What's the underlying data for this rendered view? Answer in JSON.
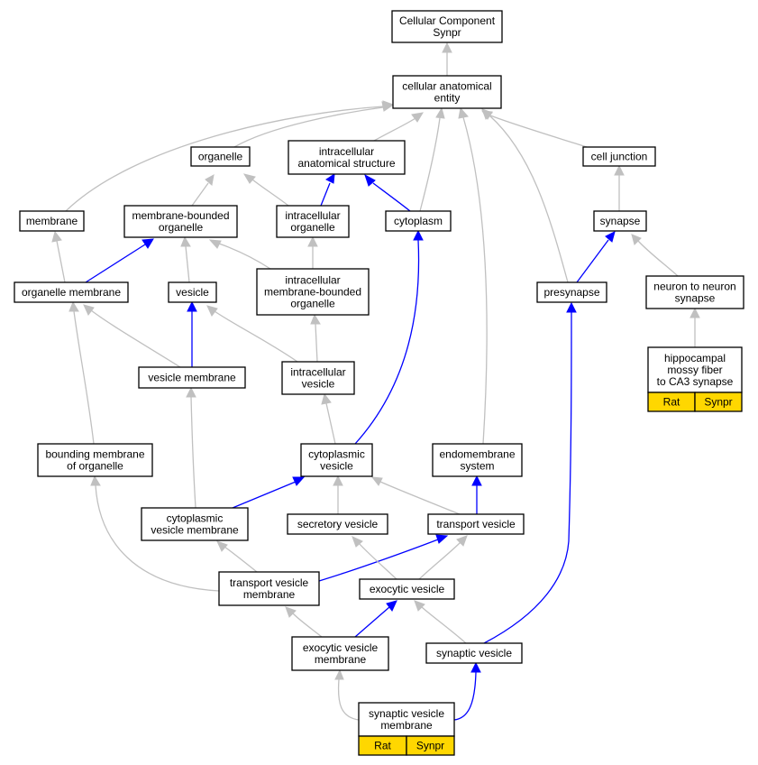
{
  "colors": {
    "background": "#ffffff",
    "node_fill": "#ffffff",
    "node_stroke": "#000000",
    "annotation_fill": "#ffd700",
    "edge_is_a": "#c0c0c0",
    "edge_part_of": "#0000ff"
  },
  "nodes": {
    "cc_synpr": {
      "lines": [
        "Cellular Component",
        "Synpr"
      ]
    },
    "cae": {
      "lines": [
        "cellular anatomical",
        "entity"
      ]
    },
    "organelle": {
      "lines": [
        "organelle"
      ]
    },
    "ias": {
      "lines": [
        "intracellular",
        "anatomical structure"
      ]
    },
    "cell_junction": {
      "lines": [
        "cell junction"
      ]
    },
    "membrane": {
      "lines": [
        "membrane"
      ]
    },
    "mbo": {
      "lines": [
        "membrane-bounded",
        "organelle"
      ]
    },
    "io": {
      "lines": [
        "intracellular",
        "organelle"
      ]
    },
    "cytoplasm": {
      "lines": [
        "cytoplasm"
      ]
    },
    "synapse": {
      "lines": [
        "synapse"
      ]
    },
    "om": {
      "lines": [
        "organelle membrane"
      ]
    },
    "vesicle": {
      "lines": [
        "vesicle"
      ]
    },
    "imbo": {
      "lines": [
        "intracellular",
        "membrane-bounded",
        "organelle"
      ]
    },
    "presynapse": {
      "lines": [
        "presynapse"
      ]
    },
    "n2n": {
      "lines": [
        "neuron to neuron",
        "synapse"
      ]
    },
    "vm": {
      "lines": [
        "vesicle membrane"
      ]
    },
    "iv": {
      "lines": [
        "intracellular",
        "vesicle"
      ]
    },
    "hmf": {
      "lines": [
        "hippocampal",
        "mossy fiber",
        "to CA3 synapse"
      ],
      "cells": [
        "Rat",
        "Synpr"
      ]
    },
    "bmo": {
      "lines": [
        "bounding membrane",
        "of organelle"
      ]
    },
    "cv": {
      "lines": [
        "cytoplasmic",
        "vesicle"
      ]
    },
    "ems": {
      "lines": [
        "endomembrane",
        "system"
      ]
    },
    "cvm": {
      "lines": [
        "cytoplasmic",
        "vesicle membrane"
      ]
    },
    "sv": {
      "lines": [
        "secretory vesicle"
      ]
    },
    "tv": {
      "lines": [
        "transport vesicle"
      ]
    },
    "tvm": {
      "lines": [
        "transport vesicle",
        "membrane"
      ]
    },
    "ev": {
      "lines": [
        "exocytic vesicle"
      ]
    },
    "evm": {
      "lines": [
        "exocytic vesicle",
        "membrane"
      ]
    },
    "synv": {
      "lines": [
        "synaptic vesicle"
      ]
    },
    "svm": {
      "lines": [
        "synaptic vesicle",
        "membrane"
      ],
      "cells": [
        "Rat",
        "Synpr"
      ]
    }
  }
}
